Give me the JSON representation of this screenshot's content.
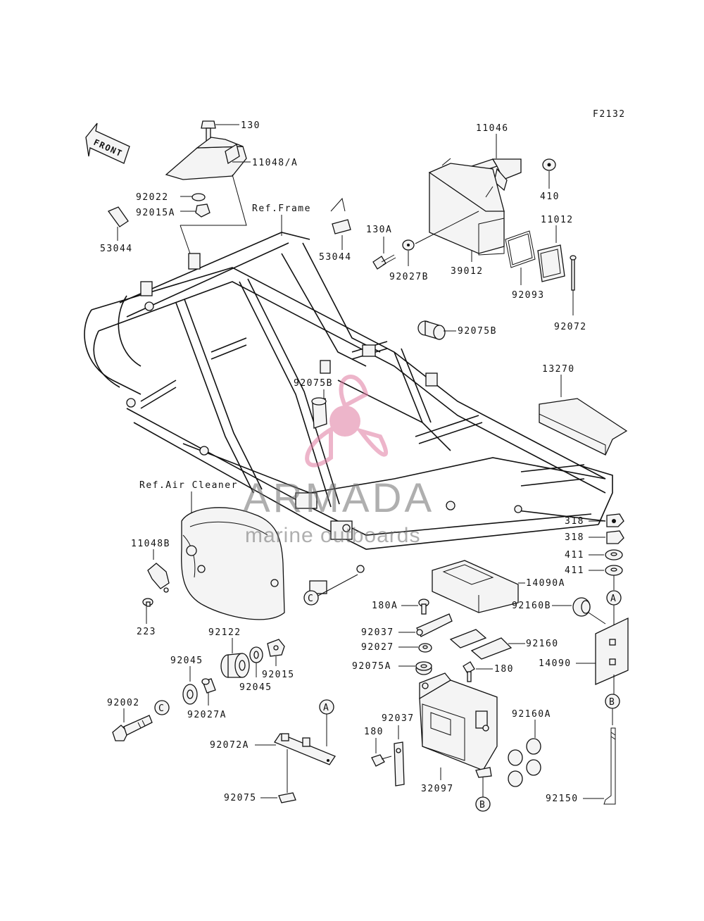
{
  "figure_code": "F2132",
  "front_label": "FRONT",
  "ref_frame": "Ref.Frame",
  "ref_air_cleaner": "Ref.Air Cleaner",
  "watermark": {
    "brand": "ARMADA",
    "tagline": "marine outboards",
    "color": "#e07aa0"
  },
  "callouts": {
    "a": "A",
    "b": "B",
    "c": "C"
  },
  "labels": {
    "p130": "130",
    "p11048a": "11048/A",
    "p92022": "92022",
    "p92015a": "92015A",
    "p53044_left": "53044",
    "p53044_right": "53044",
    "p11046": "11046",
    "p410": "410",
    "p11012": "11012",
    "p130a": "130A",
    "p92027b": "92027B",
    "p39012": "39012",
    "p92093": "92093",
    "p92072": "92072",
    "p92075b_top": "92075B",
    "p92075b_mid": "92075B",
    "p13270": "13270",
    "p318_a": "318",
    "p318_b": "318",
    "p411_a": "411",
    "p411_b": "411",
    "p14090a": "14090A",
    "p92160b": "92160B",
    "p14090": "14090",
    "p11048b": "11048B",
    "p223": "223",
    "p180a": "180A",
    "p92037_top": "92037",
    "p92027": "92027",
    "p92160": "92160",
    "p92075a": "92075A",
    "p180_right": "180",
    "p92122": "92122",
    "p92045_left": "92045",
    "p92045_right": "92045",
    "p92015": "92015",
    "p92002": "92002",
    "p92027a": "92027A",
    "p92160a": "92160A",
    "p92037_bot": "92037",
    "p180_left": "180",
    "p92072a": "92072A",
    "p92075": "92075",
    "p32097": "32097",
    "p92150": "92150"
  }
}
